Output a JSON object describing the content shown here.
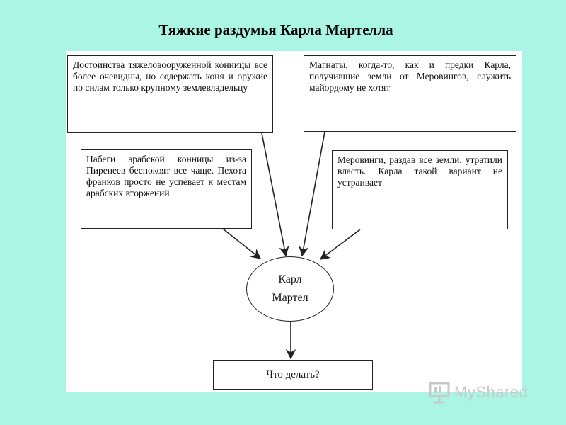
{
  "title": "Тяжкие раздумья Карла Мартелла",
  "boxes": {
    "top_left": "Достоинства тяжеловооруженной конницы все более очевидны, но содержать коня и оружие по силам только крупному землевладельцу",
    "top_right": "Магнаты, когда-то, как и предки Карла, получившие земли от Меровингов, служить майордому не хотят",
    "middle_left": "Набеги арабской конницы из-за Пиренеев беспокоят все чаще. Пехота франков просто не успевает к местам арабских вторжений",
    "middle_right": "Меровинги, раздав все земли, утратили власть. Карла такой вариант не устраивает"
  },
  "center": {
    "line1": "Карл",
    "line2": "Мартел"
  },
  "outcome": "Что делать?",
  "watermark": {
    "text": "MyShared",
    "icon": "presentation-board-icon"
  }
}
